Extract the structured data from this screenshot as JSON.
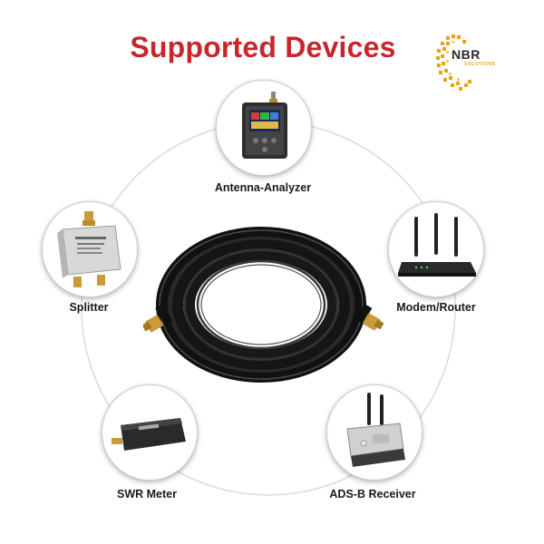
{
  "title": "Supported Devices",
  "logo": {
    "text": "NBR",
    "subtext": "SOLUTIONS"
  },
  "devices": [
    {
      "label": "Antenna-Analyzer",
      "icon": "antenna-analyzer-icon"
    },
    {
      "label": "Splitter",
      "icon": "splitter-icon"
    },
    {
      "label": "Modem/Router",
      "icon": "router-icon"
    },
    {
      "label": "SWR Meter",
      "icon": "swr-meter-icon"
    },
    {
      "label": "ADS-B Receiver",
      "icon": "adsb-receiver-icon"
    }
  ],
  "center_image": "coax-cable-coil-icon",
  "colors": {
    "title": "#c8262c",
    "label": "#1a1a1a",
    "ring": "#d9d9d9",
    "logo_gold": "#e8a317",
    "logo_dark": "#2a2a2a"
  }
}
